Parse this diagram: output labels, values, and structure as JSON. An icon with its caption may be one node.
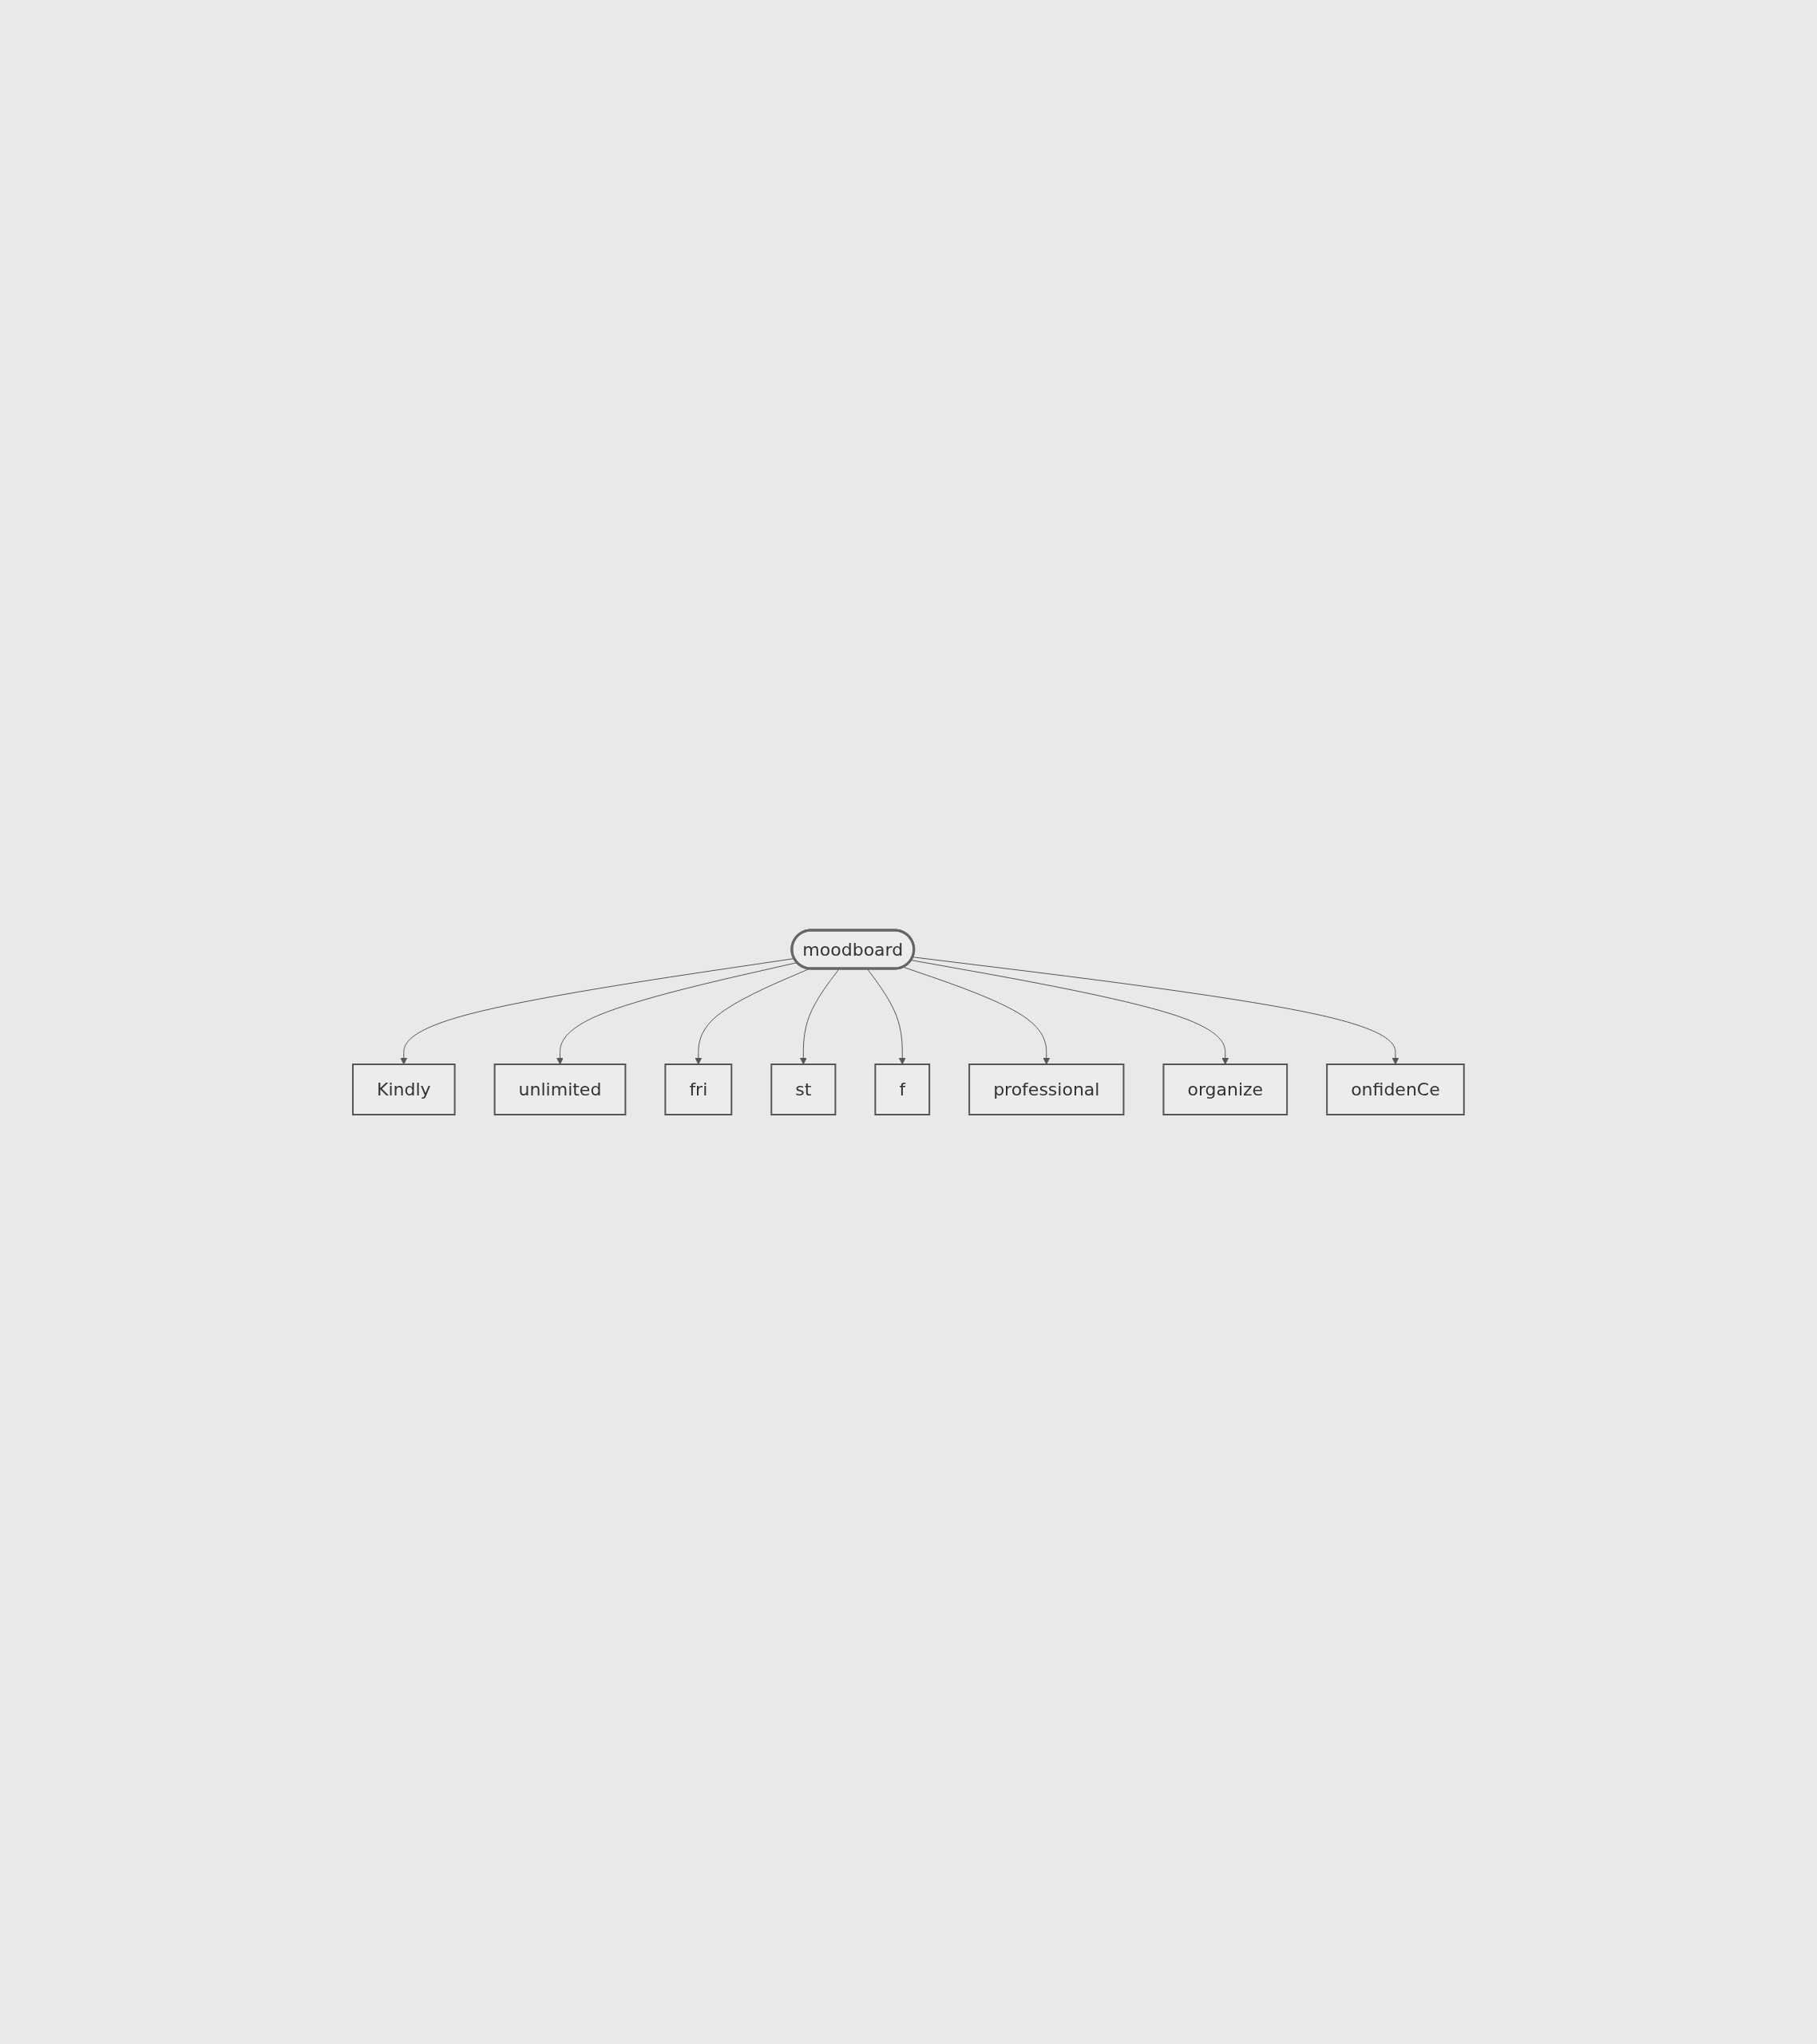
{
  "diagram": {
    "nodes": [
      {
        "text": [
          "Kindly"
        ]
      },
      {
        "text": [
          "unlimited"
        ]
      },
      {
        "text": [
          "st"
        ]
      },
      {
        "text": [
          "fri"
        ]
      },
      {
        "text": [
          "moodboard"
        ]
      },
      {
        "text": [
          "onfidenCe"
        ]
      },
      {
        "text": [
          "f"
        ]
      },
      {
        "text": [
          "organize"
        ]
      },
      {
        "text": [
          "professional"
        ]
      }
    ],
    "edges": [
      {
        "from": 4,
        "to": 0,
        "arrow": "to"
      },
      {
        "from": 4,
        "to": 1,
        "arrow": "to"
      },
      {
        "from": 4,
        "to": 3,
        "arrow": "to"
      },
      {
        "from": 4,
        "to": 2,
        "arrow": "to"
      },
      {
        "from": 4,
        "to": 6,
        "arrow": "to"
      },
      {
        "from": 4,
        "to": 8,
        "arrow": "to"
      },
      {
        "from": 4,
        "to": 7,
        "arrow": "to"
      },
      {
        "from": 4,
        "to": 5,
        "arrow": "to"
      }
    ]
  }
}
